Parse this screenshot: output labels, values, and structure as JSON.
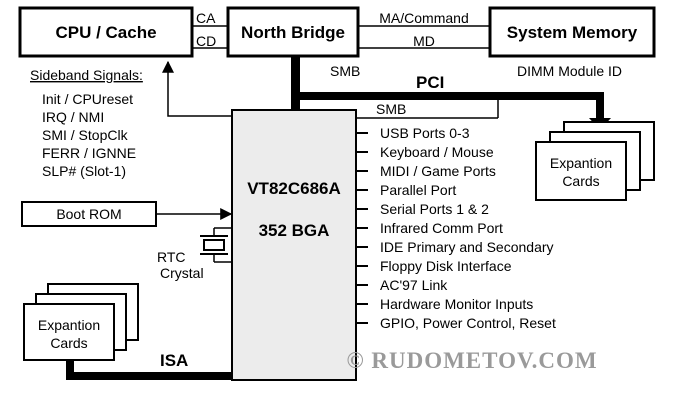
{
  "blocks": {
    "cpu": "CPU / Cache",
    "north_bridge": "North Bridge",
    "system_memory": "System Memory",
    "chip_name": "VT82C686A",
    "chip_package": "352 BGA",
    "boot_rom": "Boot ROM",
    "expansion_cards_right": [
      "Expantion",
      "Cards"
    ],
    "expansion_cards_left": [
      "Expantion",
      "Cards"
    ],
    "rtc_crystal": [
      "RTC",
      "Crystal"
    ]
  },
  "buses": {
    "ca": "CA",
    "cd": "CD",
    "ma_command": "MA/Command",
    "md": "MD",
    "smb_top": "SMB",
    "pci": "PCI",
    "smb_right": "SMB",
    "dimm": "DIMM Module ID",
    "isa": "ISA"
  },
  "sideband": {
    "title": "Sideband Signals:",
    "signals": [
      "Init / CPUreset",
      "IRQ / NMI",
      "SMI / StopClk",
      "FERR / IGNNE",
      "SLP# (Slot-1)"
    ]
  },
  "ports": [
    "USB Ports 0-3",
    "Keyboard / Mouse",
    "MIDI / Game Ports",
    "Parallel Port",
    "Serial Ports 1 & 2",
    "Infrared Comm Port",
    "IDE Primary and Secondary",
    "Floppy Disk Interface",
    "AC'97 Link",
    "Hardware Monitor Inputs",
    "GPIO, Power Control, Reset"
  ],
  "watermark": "© RUDOMETOV.COM",
  "colors": {
    "ink": "#000000",
    "chip_fill": "#ececec",
    "watermark": "#9a9a9a"
  }
}
